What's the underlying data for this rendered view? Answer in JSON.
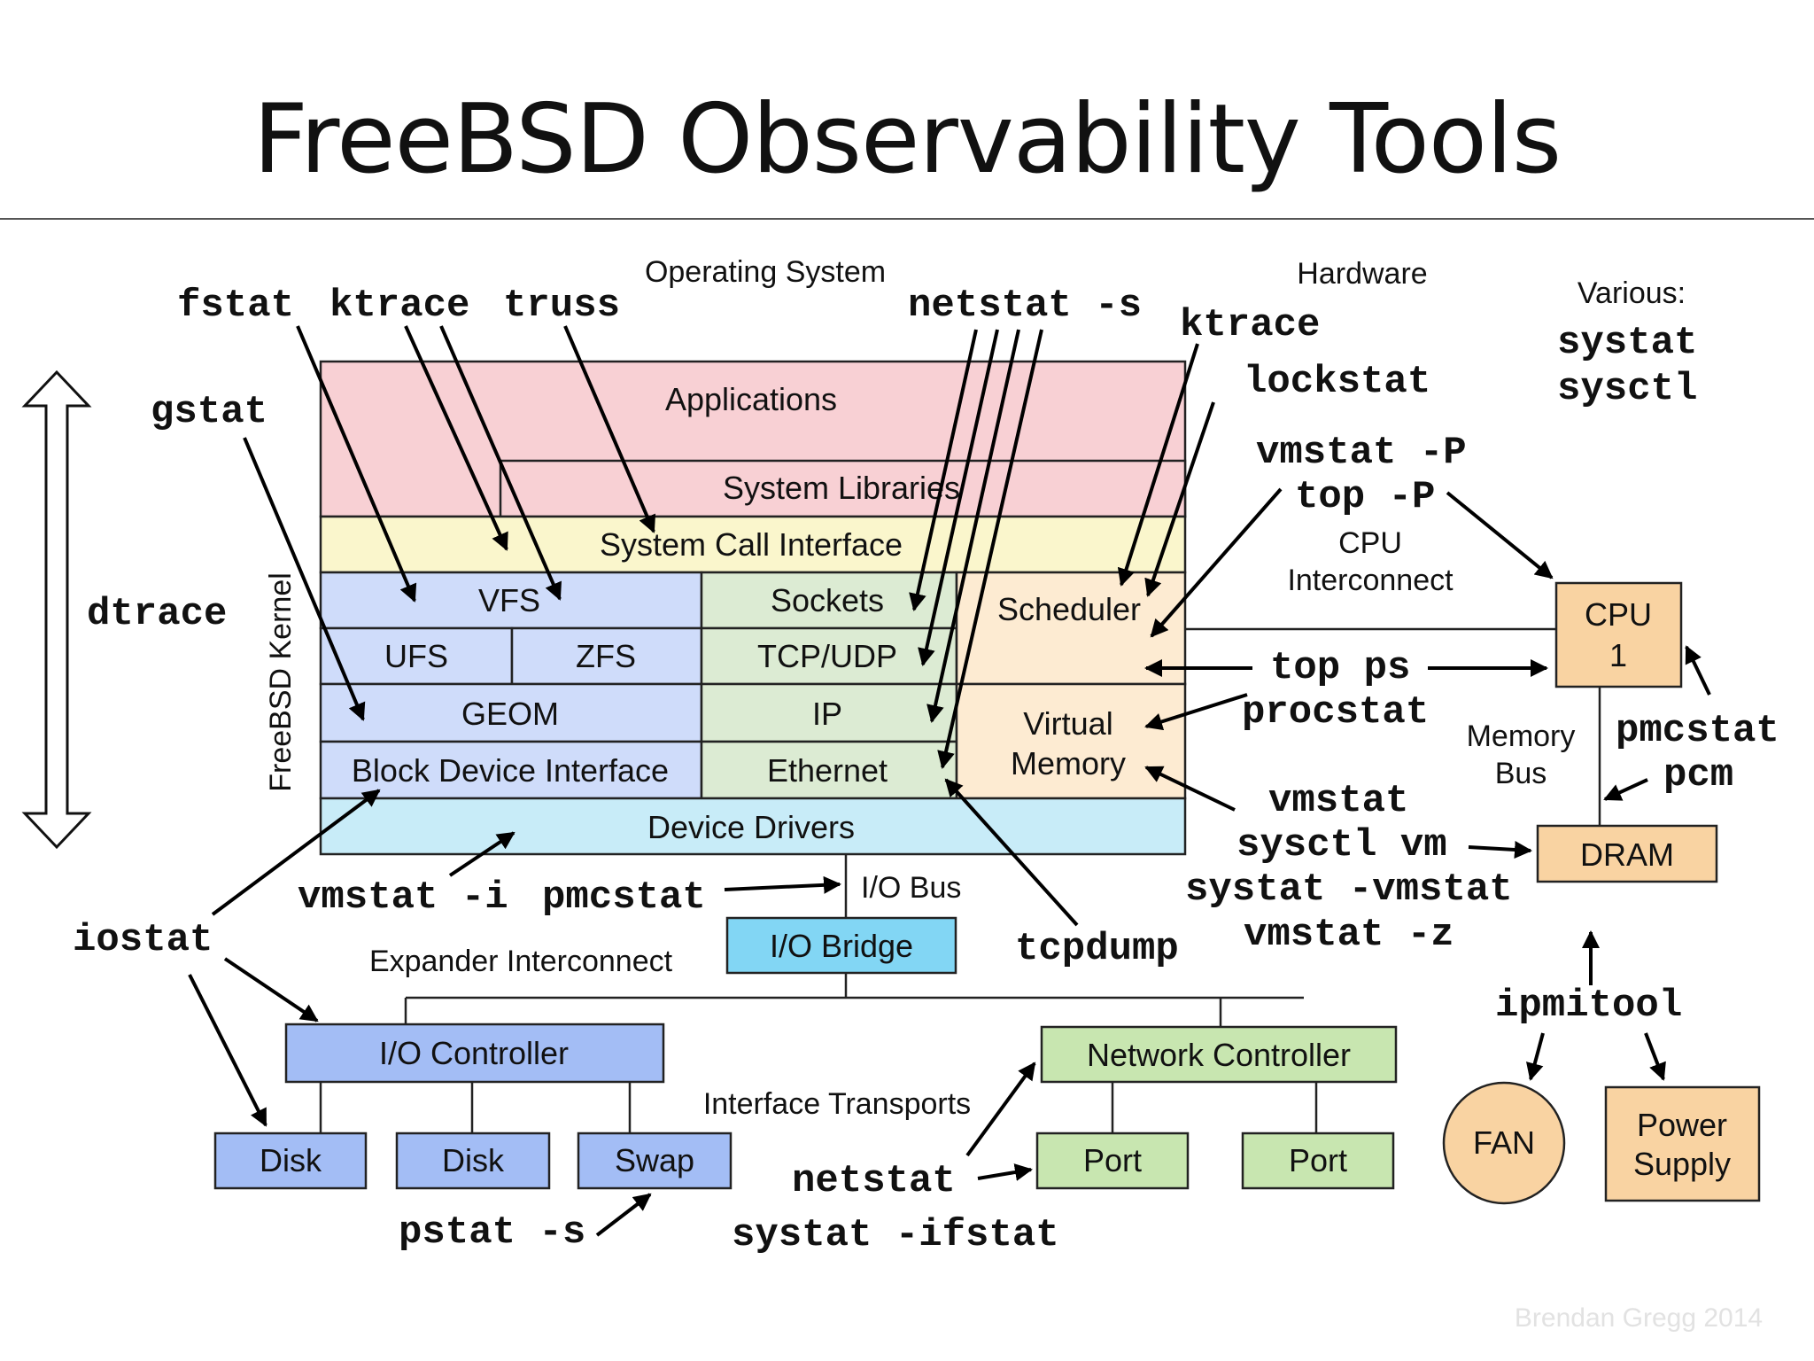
{
  "title": "FreeBSD Observability Tools",
  "labels": {
    "operating_system": "Operating System",
    "hardware": "Hardware",
    "various": "Various:",
    "kernel": "FreeBSD Kernel",
    "cpu_interconnect_1": "CPU",
    "cpu_interconnect_2": "Interconnect",
    "memory_bus_1": "Memory",
    "memory_bus_2": "Bus",
    "io_bus": "I/O Bus",
    "expander_interconnect": "Expander Interconnect",
    "interface_transports": "Interface Transports"
  },
  "layers": {
    "applications": "Applications",
    "system_libraries": "System Libraries",
    "syscall_interface": "System Call Interface",
    "vfs": "VFS",
    "ufs": "UFS",
    "zfs": "ZFS",
    "geom": "GEOM",
    "block_device_interface": "Block Device Interface",
    "sockets": "Sockets",
    "tcp_udp": "TCP/UDP",
    "ip": "IP",
    "ethernet": "Ethernet",
    "scheduler": "Scheduler",
    "virtual_memory_1": "Virtual",
    "virtual_memory_2": "Memory",
    "device_drivers": "Device Drivers"
  },
  "hardware": {
    "cpu_1": "CPU",
    "cpu_2": "1",
    "dram": "DRAM",
    "io_bridge": "I/O Bridge",
    "io_controller": "I/O Controller",
    "disk_a": "Disk",
    "disk_b": "Disk",
    "swap": "Swap",
    "network_controller": "Network Controller",
    "port_a": "Port",
    "port_b": "Port",
    "fan": "FAN",
    "power_supply_1": "Power",
    "power_supply_2": "Supply"
  },
  "tools": {
    "fstat": "fstat",
    "ktrace": "ktrace",
    "truss": "truss",
    "gstat": "gstat",
    "dtrace": "dtrace",
    "netstat_s": "netstat -s",
    "ktrace_hw": "ktrace",
    "lockstat": "lockstat",
    "vmstat_P": "vmstat -P",
    "top_P": "top -P",
    "top_ps": "top ps",
    "procstat": "procstat",
    "vmstat": "vmstat",
    "sysctl_vm": "sysctl vm",
    "systat_vmstat": "systat -vmstat",
    "vmstat_z": "vmstat -z",
    "pmcstat_cpu": "pmcstat",
    "pcm": "pcm",
    "systat": "systat",
    "sysctl": "sysctl",
    "vmstat_i": "vmstat -i",
    "pmcstat_bus": "pmcstat",
    "iostat": "iostat",
    "tcpdump": "tcpdump",
    "ipmitool": "ipmitool",
    "pstat_s": "pstat -s",
    "netstat": "netstat",
    "systat_ifstat": "systat -ifstat"
  },
  "credit": "Brendan Gregg 2014",
  "colors": {
    "applications": "#f8d0d4",
    "syscall": "#faf6cc",
    "storage": "#cfdcfa",
    "network": "#dcebd3",
    "sched_vm": "#fdebd2",
    "device_drivers": "#c8ecf8",
    "io_bridge": "#82d6f4",
    "io_devices": "#a3bdf5",
    "net_devices": "#c8e6b0",
    "hw_orange": "#f9d3a2"
  }
}
